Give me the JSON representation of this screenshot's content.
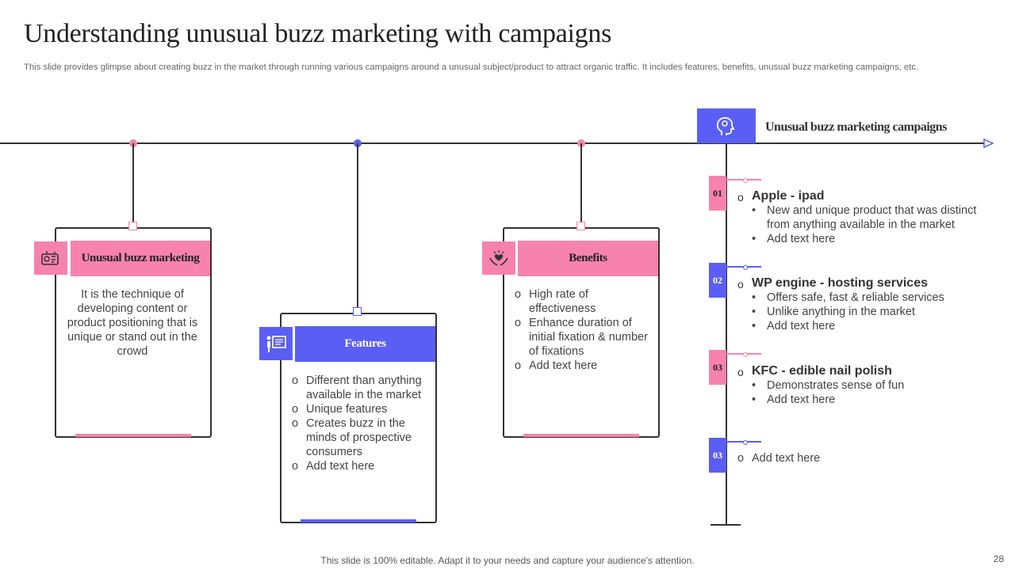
{
  "title": "Understanding unusual buzz marketing with campaigns",
  "subtitle": "This slide provides glimpse about creating buzz in the market through running various campaigns around a unusual subject/product to attract organic traffic. It includes features, benefits, unusual buzz marketing campaigns, etc.",
  "colors": {
    "pink": "#f782ae",
    "blue": "#5b5ef5",
    "line": "#333333"
  },
  "cards": {
    "buzz": {
      "heading": "Unusual buzz marketing",
      "icon": "megaphone-icon",
      "text": "It is the technique of developing content or product positioning that is unique or stand out in the crowd"
    },
    "features": {
      "heading": "Features",
      "icon": "presentation-icon",
      "items": [
        "Different than anything available in the market",
        "Unique features",
        "Creates buzz in the minds of prospective consumers",
        "Add text here"
      ]
    },
    "benefits": {
      "heading": "Benefits",
      "icon": "hands-heart-icon",
      "items": [
        "High rate of effectiveness",
        "Enhance duration of initial fixation & number of fixations",
        "Add text here"
      ]
    }
  },
  "campaigns": {
    "heading": "Unusual buzz marketing campaigns",
    "icon": "brain-head-icon",
    "items": [
      {
        "num": "01",
        "title": "Apple - ipad",
        "points": [
          "New and unique product that was distinct from anything available in the market",
          "Add text here"
        ]
      },
      {
        "num": "02",
        "title": "WP engine - hosting services",
        "points": [
          "Offers safe, fast & reliable services",
          "Unlike anything in the market",
          "Add text here"
        ]
      },
      {
        "num": "03",
        "title": "KFC - edible nail polish",
        "points": [
          "Demonstrates sense of fun",
          "Add text here"
        ]
      },
      {
        "num": "03",
        "title": "",
        "points": [],
        "extra": "Add text here"
      }
    ]
  },
  "footer": "This slide is 100% editable. Adapt it to your needs and capture your audience's attention.",
  "page_number": "28"
}
